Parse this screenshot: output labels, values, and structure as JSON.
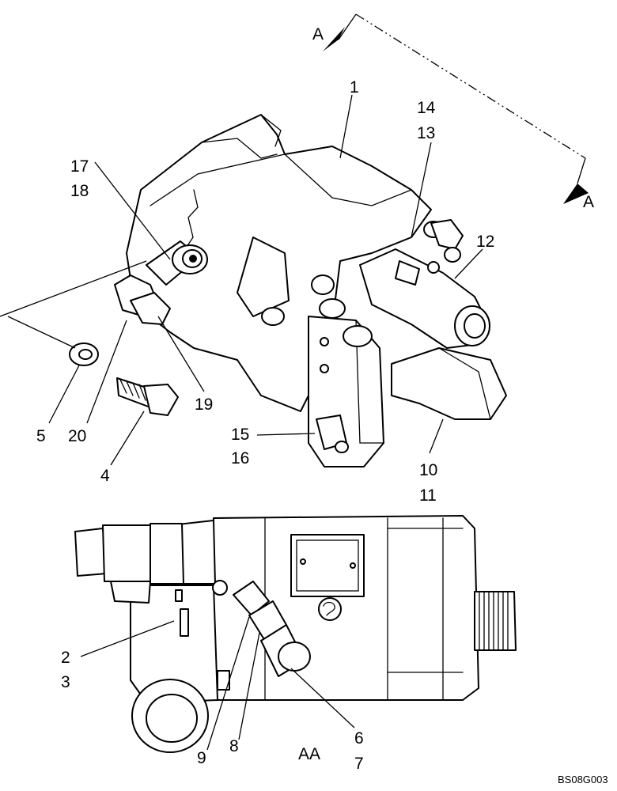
{
  "view_top": {
    "section_letter_top": "A",
    "section_letter_bottom": "A",
    "callouts": {
      "c1": "1",
      "c14": "14",
      "c13": "13",
      "c17": "17",
      "c18": "18",
      "c12": "12",
      "c5": "5",
      "c20": "20",
      "c4": "4",
      "c19": "19",
      "c15": "15",
      "c16": "16",
      "c10": "10",
      "c11": "11"
    }
  },
  "view_bottom": {
    "view_title": "AA",
    "callouts": {
      "c2": "2",
      "c3": "3",
      "c9": "9",
      "c8": "8",
      "c6": "6",
      "c7": "7"
    }
  },
  "drawing_code": "BS08G003"
}
